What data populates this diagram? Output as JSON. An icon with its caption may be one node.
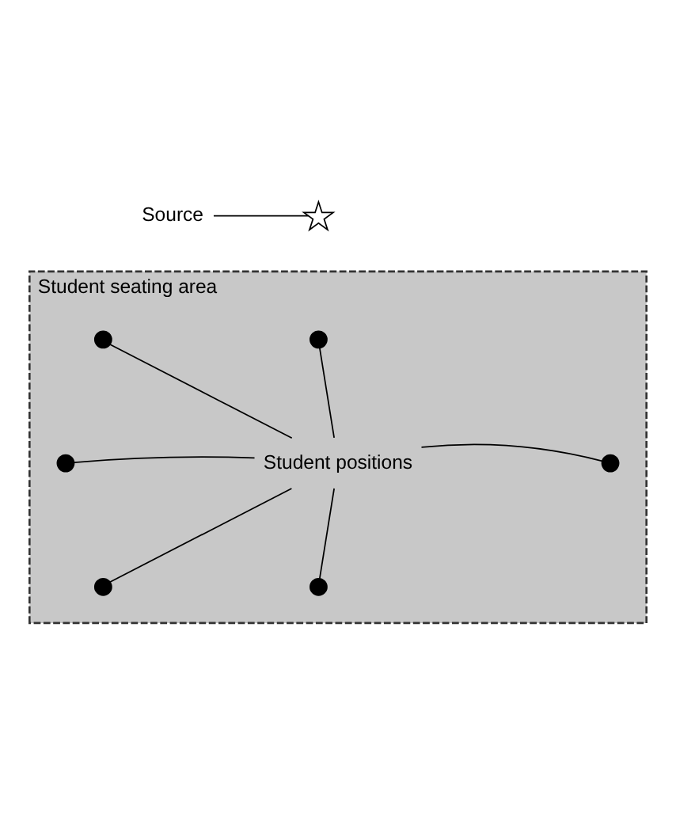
{
  "diagram": {
    "nodes": [
      {
        "text": [
          "Source"
        ]
      },
      {
        "text": [],
        "shape": "star"
      },
      {
        "text": [
          "Student seating area"
        ]
      },
      {
        "text": [],
        "shape": "circle",
        "in": 2
      },
      {
        "text": [],
        "shape": "circle",
        "in": 2
      },
      {
        "text": [],
        "shape": "circle",
        "in": 2
      },
      {
        "text": [
          "Student positions"
        ],
        "in": 2
      },
      {
        "text": [],
        "shape": "circle",
        "in": 2
      },
      {
        "text": [],
        "shape": "circle",
        "in": 2
      },
      {
        "text": [],
        "shape": "circle",
        "in": 2
      }
    ],
    "edges": [
      {
        "from": 0,
        "to": 1,
        "arrow": "none"
      },
      {
        "from": 6,
        "to": 3,
        "arrow": "none"
      },
      {
        "from": 6,
        "to": 4,
        "arrow": "none"
      },
      {
        "from": 6,
        "to": 5,
        "arrow": "none"
      },
      {
        "from": 6,
        "to": 7,
        "arrow": "none"
      },
      {
        "from": 6,
        "to": 8,
        "arrow": "none"
      },
      {
        "from": 6,
        "to": 9,
        "arrow": "none"
      }
    ]
  }
}
